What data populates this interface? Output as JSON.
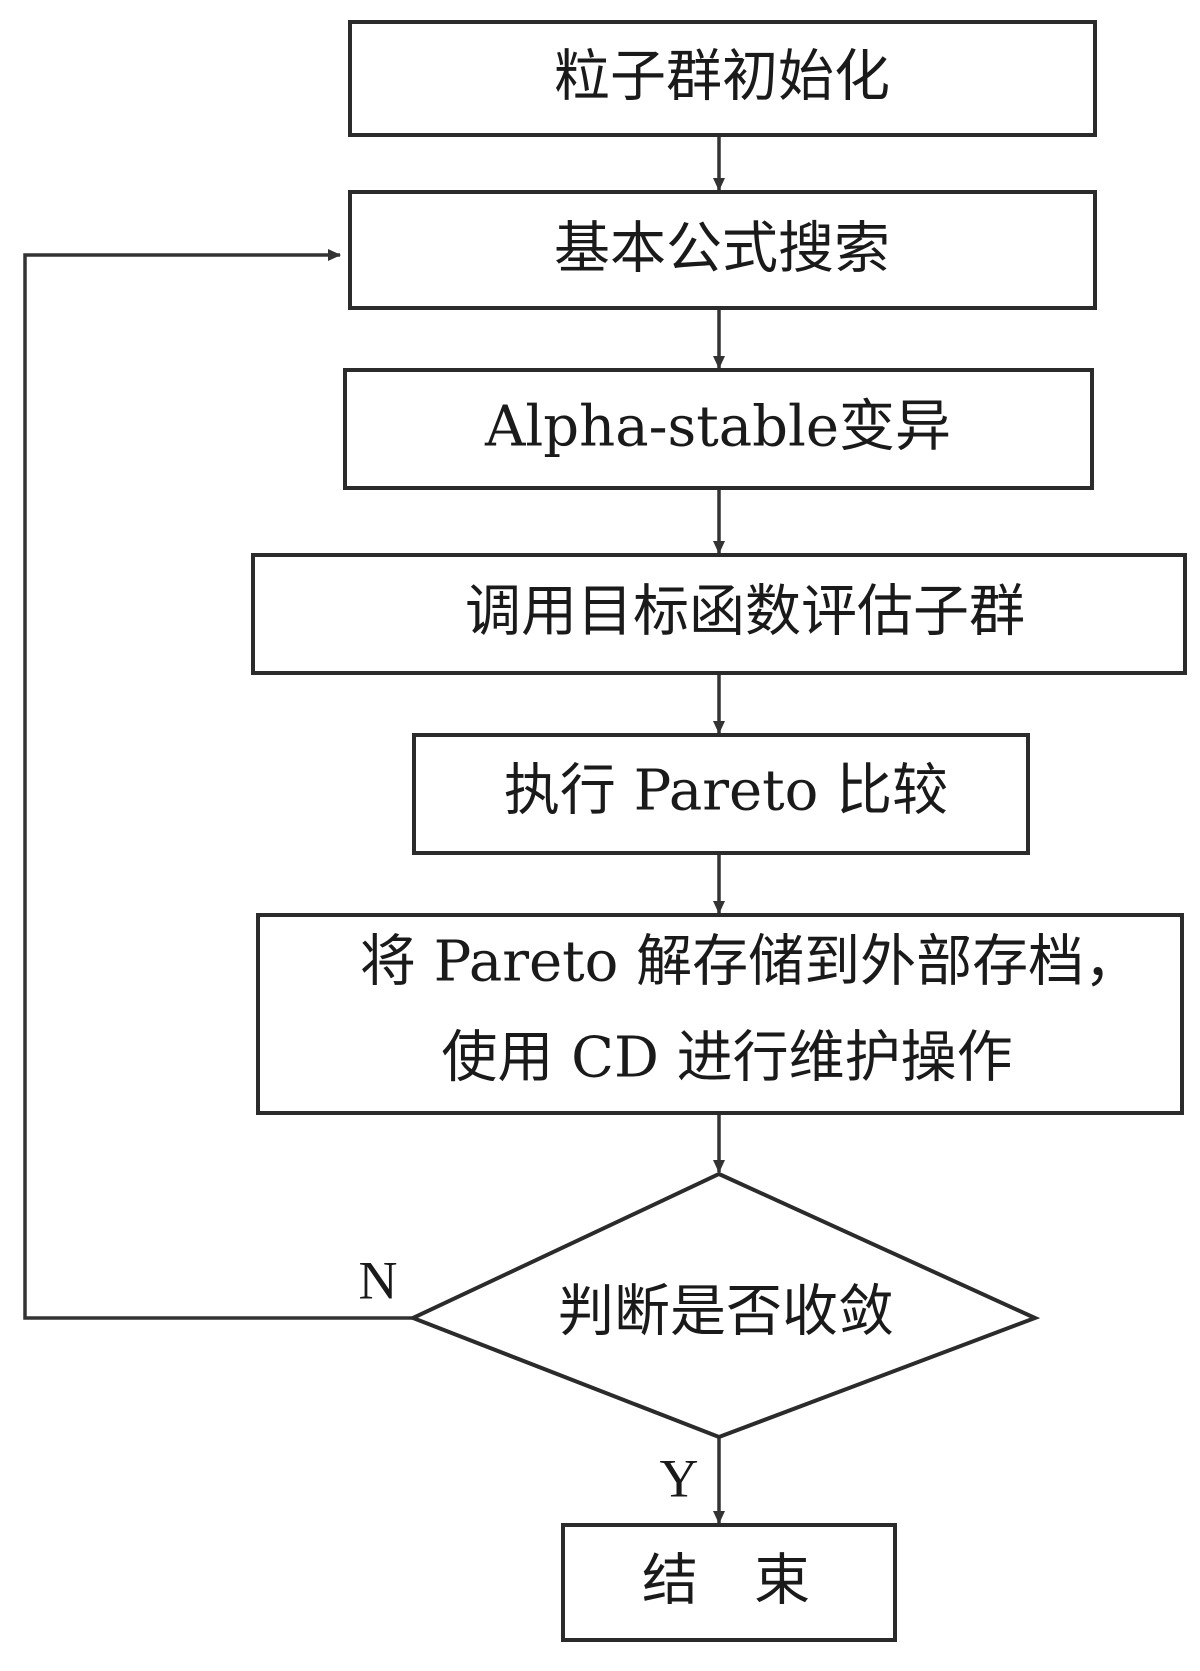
{
  "nodes": [
    {
      "id": "n1",
      "kind": "process",
      "lines": [
        "粒子群初始化"
      ]
    },
    {
      "id": "n2",
      "kind": "process",
      "lines": [
        "基本公式搜索"
      ]
    },
    {
      "id": "n3",
      "kind": "process",
      "lines": [
        "Alpha-stable变异"
      ]
    },
    {
      "id": "n4",
      "kind": "process",
      "lines": [
        "调用目标函数评估子群"
      ]
    },
    {
      "id": "n5",
      "kind": "process",
      "lines": [
        "执行 Pareto 比较"
      ]
    },
    {
      "id": "n6",
      "kind": "process",
      "lines": [
        "将 Pareto 解存储到外部存档，",
        "使用 CD 进行维护操作"
      ]
    },
    {
      "id": "n7",
      "kind": "decision",
      "lines": [
        "判断是否收敛"
      ]
    },
    {
      "id": "n8",
      "kind": "terminal",
      "lines": [
        "结　束"
      ]
    }
  ],
  "edges": [
    {
      "from": "n1",
      "to": "n2",
      "label": ""
    },
    {
      "from": "n2",
      "to": "n3",
      "label": ""
    },
    {
      "from": "n3",
      "to": "n4",
      "label": ""
    },
    {
      "from": "n4",
      "to": "n5",
      "label": ""
    },
    {
      "from": "n5",
      "to": "n6",
      "label": ""
    },
    {
      "from": "n6",
      "to": "n7",
      "label": ""
    },
    {
      "from": "n7",
      "to": "n2",
      "label": "N"
    },
    {
      "from": "n7",
      "to": "n8",
      "label": "Y"
    }
  ]
}
